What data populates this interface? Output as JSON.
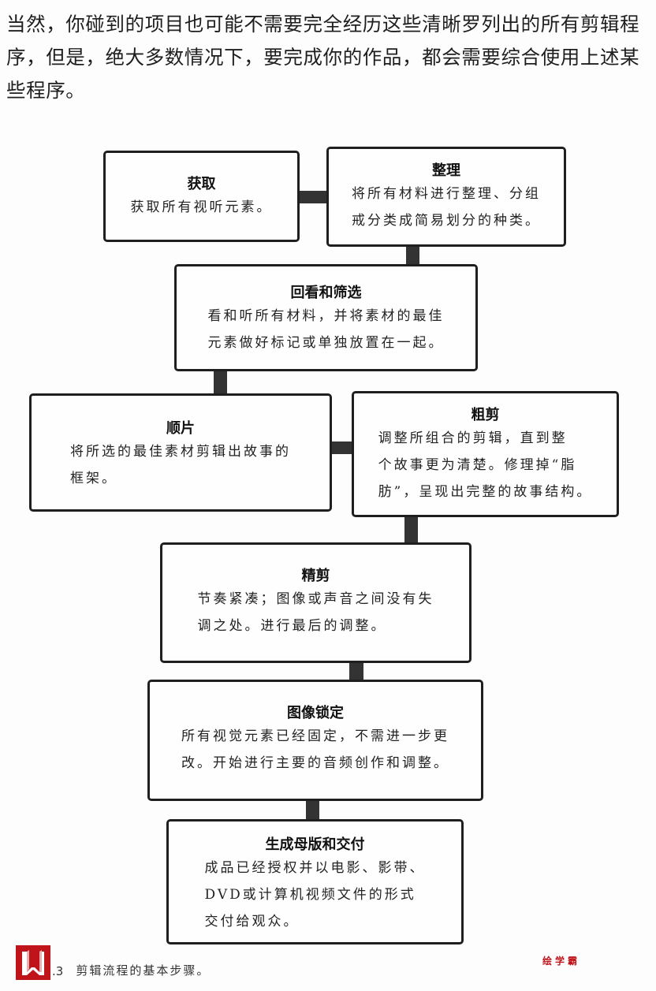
{
  "intro_text": "当然，你碰到的项目也可能不需要完全经历这些清晰罗列出的所有剪辑程序，但是，绝大多数情况下，要完成你的作品，都会需要综合使用上述某些程序。",
  "steps": [
    {
      "title": "获取",
      "desc": "获取所有视听元素。"
    },
    {
      "title": "整理",
      "desc": "将所有材料进行整理、分组\n戒分类成简易划分的种类。"
    },
    {
      "title": "回看和筛选",
      "desc": "看和听所有材料，并将素材的最佳\n元素做好标记或单独放置在一起。"
    },
    {
      "title": "顺片",
      "desc": "将所选的最佳素材剪辑出故事的\n框架。"
    },
    {
      "title": "粗剪",
      "desc": "调整所组合的剪辑，直到整\n个故事更为清楚。修理掉“脂\n肪”，呈现出完整的故事结构。"
    },
    {
      "title": "精剪",
      "desc": "节奏紧凑；图像或声音之间没有失\n调之处。进行最后的调整。"
    },
    {
      "title": "图像锁定",
      "desc": "所有视觉元素已经固定，不需进一步更\n改。开始进行主要的音频创作和调整。"
    },
    {
      "title": "生成母版和交付",
      "desc": "成品已经授权并以电影、影带、\nDVD或计算机视频文件的形式\n交付给观众。"
    }
  ],
  "caption": {
    "number": ".3",
    "text": "剪辑流程的基本步骤。",
    "logo_icon": "publisher-w-logo-icon"
  },
  "watermark": "绘学霸",
  "colors": {
    "accent_red": "#c0141b",
    "border": "#1f1f1f",
    "connector": "#333333"
  }
}
